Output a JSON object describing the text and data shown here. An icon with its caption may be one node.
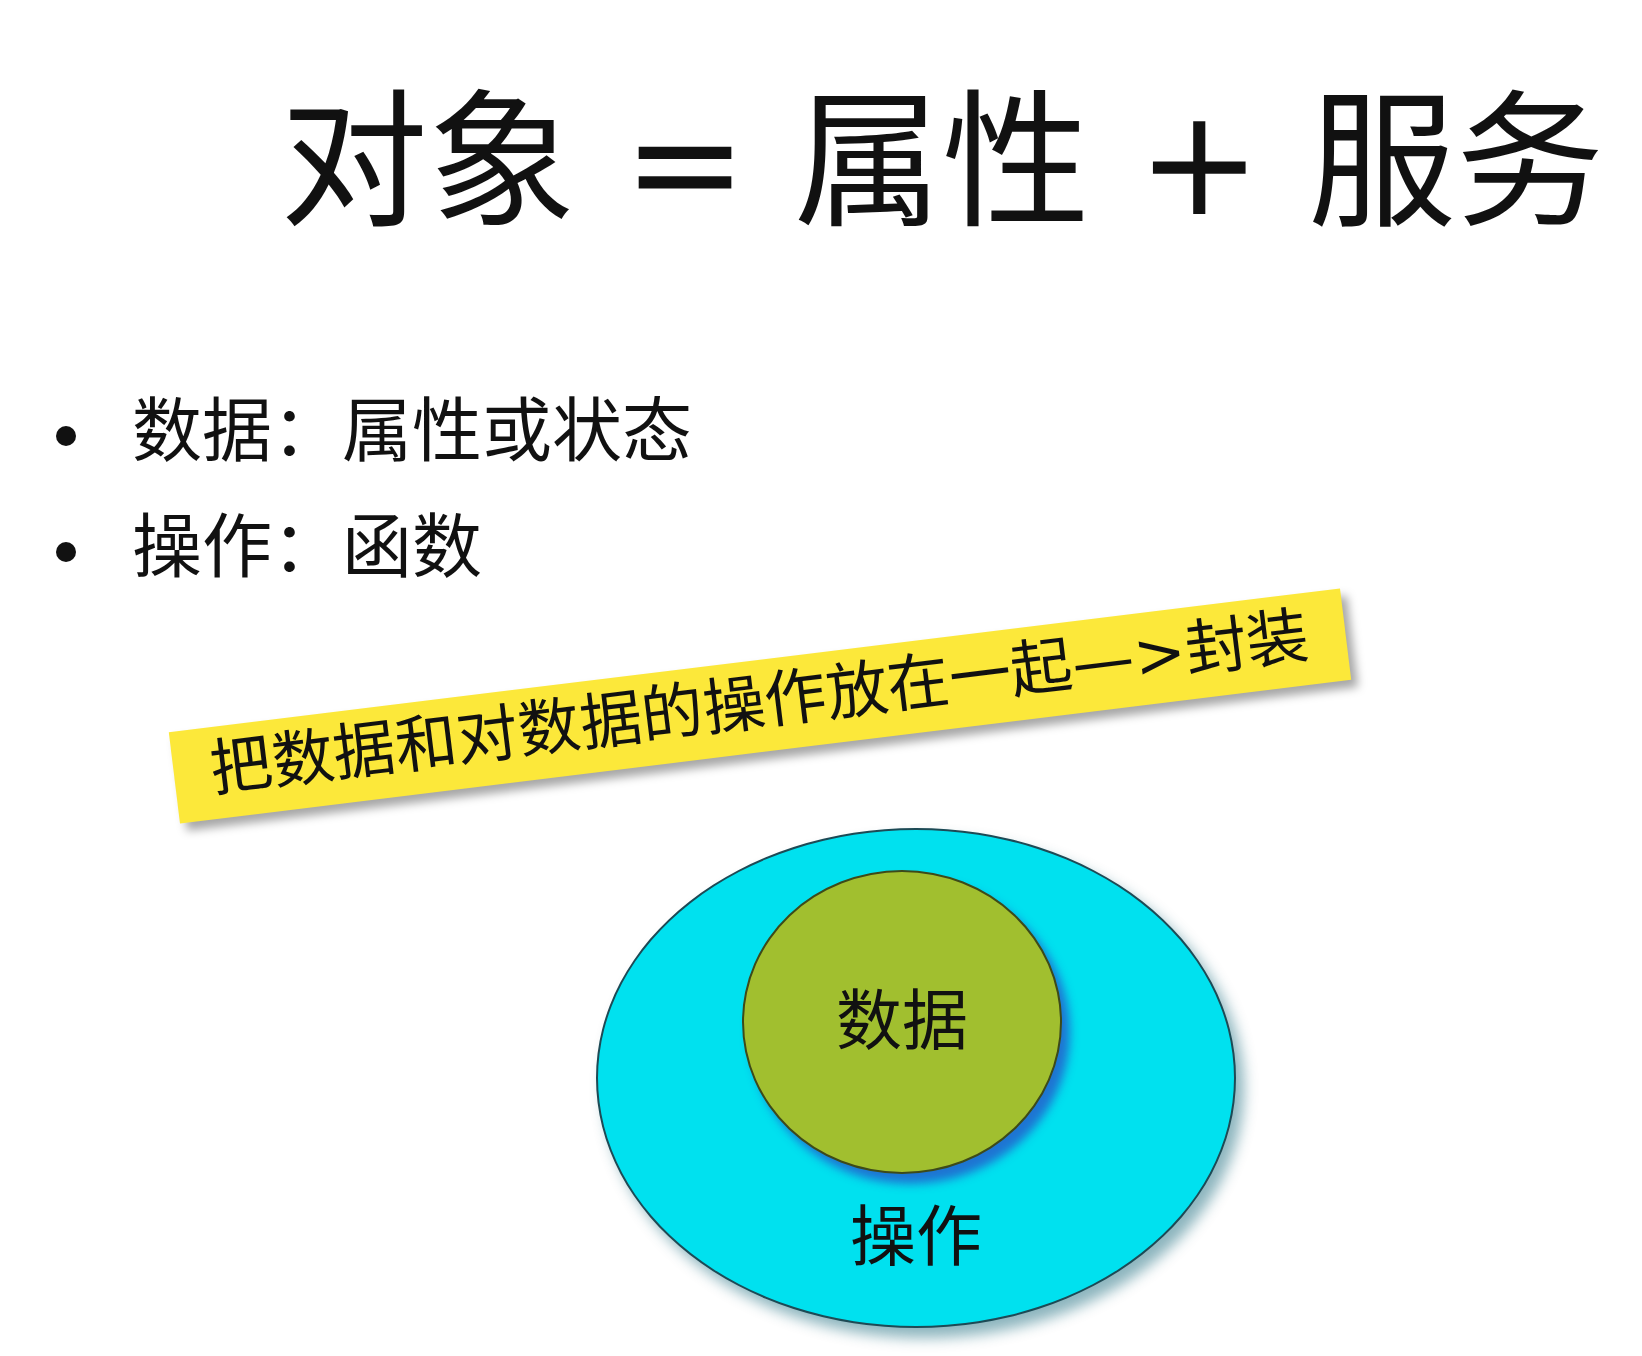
{
  "diagram": {
    "title": "对象 = 属性 + 服务",
    "nodes": [
      {
        "text": [
          "把数据和对数据的操作放在一起—>封装"
        ]
      },
      {
        "text": [
          "操作"
        ]
      },
      {
        "text": [
          "数据"
        ],
        "in": 1
      }
    ],
    "labels": [
      "数据：属性或状态",
      "操作：函数"
    ]
  }
}
